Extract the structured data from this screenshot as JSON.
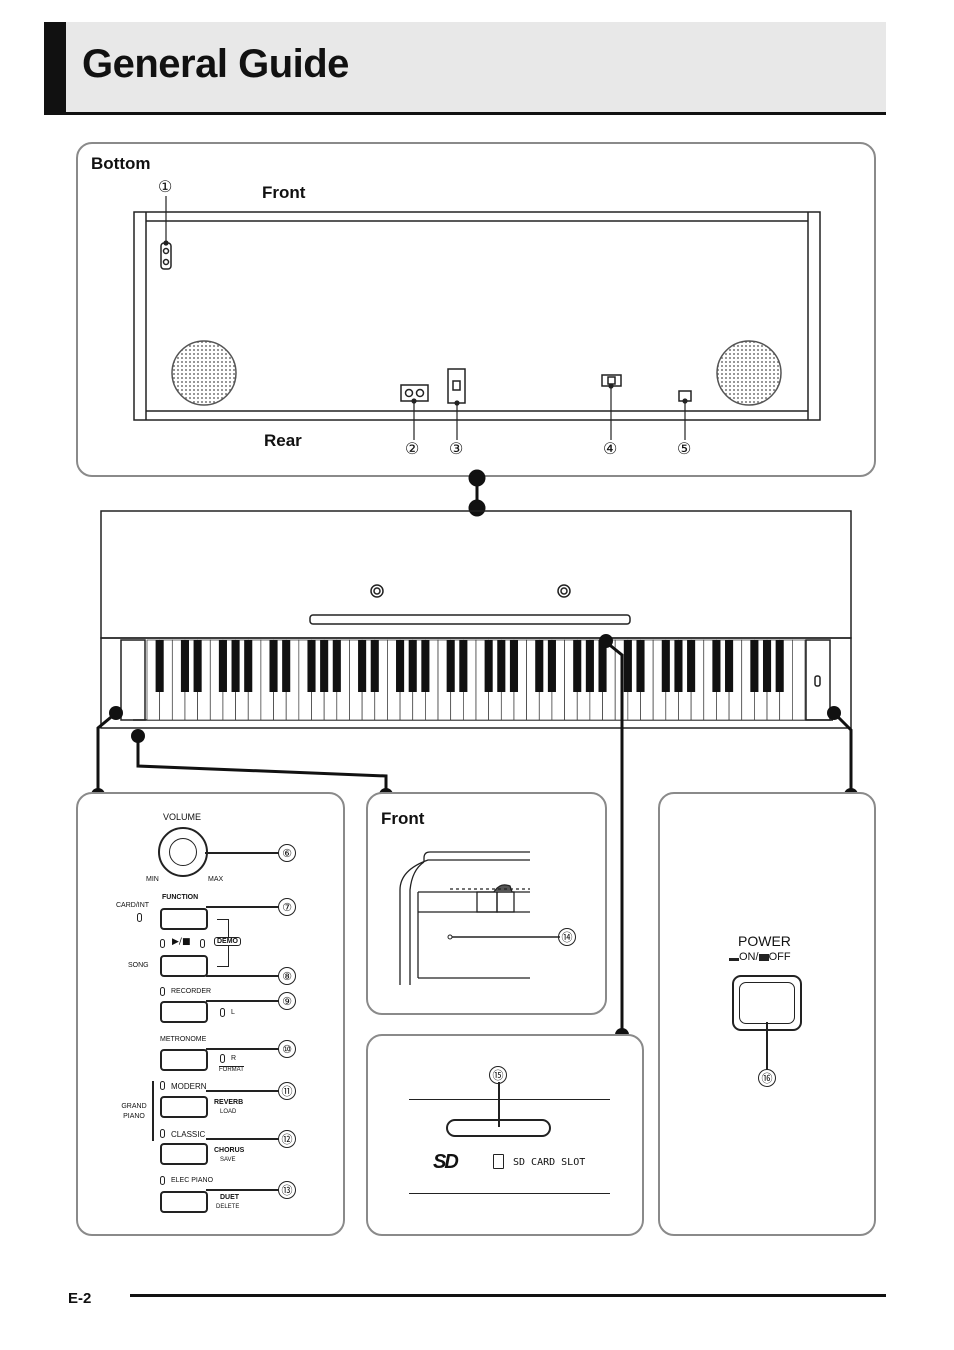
{
  "title": "General Guide",
  "bottom_panel": {
    "heading": "Bottom",
    "front_label": "Front",
    "rear_label": "Rear",
    "callouts": [
      "①",
      "②",
      "③",
      "④",
      "⑤"
    ]
  },
  "controls_panel": {
    "volume": {
      "label": "VOLUME",
      "min": "MIN",
      "max": "MAX",
      "num": "⑥"
    },
    "card_int": "CARD/INT",
    "function": {
      "label": "FUNCTION",
      "num": "⑦"
    },
    "demo": "DEMO",
    "play_stop": "▶/■",
    "song": {
      "label": "SONG",
      "num": "⑧"
    },
    "recorder": {
      "label": "RECORDER",
      "sub": "L",
      "num": "⑨"
    },
    "metronome": {
      "label": "METRONOME",
      "sub": "R",
      "sub2": "FORMAT",
      "num": "⑩"
    },
    "grand_piano": "GRAND PIANO",
    "modern": {
      "label": "MODERN",
      "sub": "REVERB",
      "sub2": "LOAD",
      "num": "⑪"
    },
    "classic": {
      "label": "CLASSIC",
      "sub": "CHORUS",
      "sub2": "SAVE",
      "num": "⑫"
    },
    "elec_piano": {
      "label": "ELEC PIANO",
      "sub": "DUET",
      "sub2": "DELETE",
      "num": "⑬"
    }
  },
  "front_panel": {
    "heading": "Front",
    "num": "⑭"
  },
  "sd_panel": {
    "label": "SD CARD SLOT",
    "logo": "SD",
    "num": "⑮"
  },
  "power_panel": {
    "label": "POWER",
    "on": "ON",
    "off": "OFF",
    "num": "⑯"
  },
  "page_number": "E-2"
}
